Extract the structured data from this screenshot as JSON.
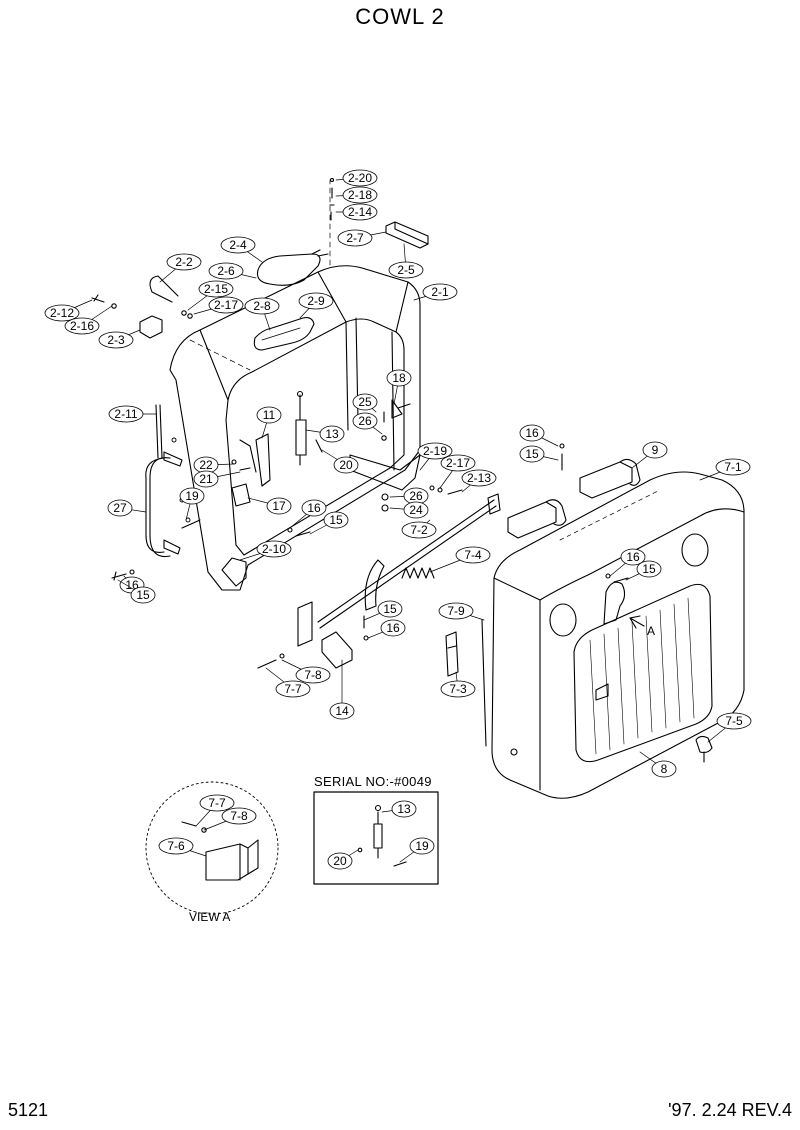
{
  "title": "COWL 2",
  "page_number": "5121",
  "revision": "'97. 2.24  REV.4",
  "inset": {
    "serial_label": "SERIAL NO:-#0049"
  },
  "view_a": {
    "label": "VIEW A"
  },
  "arrow_label": "A",
  "callouts": [
    {
      "label": "2-20"
    },
    {
      "label": "2-18"
    },
    {
      "label": "2-14"
    },
    {
      "label": "2-7"
    },
    {
      "label": "2-4"
    },
    {
      "label": "2-5"
    },
    {
      "label": "2-2"
    },
    {
      "label": "2-6"
    },
    {
      "label": "2-15"
    },
    {
      "label": "2-17"
    },
    {
      "label": "2-8"
    },
    {
      "label": "2-9"
    },
    {
      "label": "2-1"
    },
    {
      "label": "2-12"
    },
    {
      "label": "2-16"
    },
    {
      "label": "2-3"
    },
    {
      "label": "18"
    },
    {
      "label": "25"
    },
    {
      "label": "26"
    },
    {
      "label": "2-11"
    },
    {
      "label": "11"
    },
    {
      "label": "13"
    },
    {
      "label": "22"
    },
    {
      "label": "21"
    },
    {
      "label": "20"
    },
    {
      "label": "2-19"
    },
    {
      "label": "2-17"
    },
    {
      "label": "2-13"
    },
    {
      "label": "16"
    },
    {
      "label": "15"
    },
    {
      "label": "9"
    },
    {
      "label": "7-1"
    },
    {
      "label": "27"
    },
    {
      "label": "19"
    },
    {
      "label": "17"
    },
    {
      "label": "16"
    },
    {
      "label": "15"
    },
    {
      "label": "26"
    },
    {
      "label": "24"
    },
    {
      "label": "7-2"
    },
    {
      "label": "2-10"
    },
    {
      "label": "7-4"
    },
    {
      "label": "16"
    },
    {
      "label": "15"
    },
    {
      "label": "16"
    },
    {
      "label": "15"
    },
    {
      "label": "15"
    },
    {
      "label": "16"
    },
    {
      "label": "7-9"
    },
    {
      "label": "7-8"
    },
    {
      "label": "7-7"
    },
    {
      "label": "7-3"
    },
    {
      "label": "14"
    },
    {
      "label": "7-5"
    },
    {
      "label": "8"
    },
    {
      "label": "7-7"
    },
    {
      "label": "7-8"
    },
    {
      "label": "13"
    },
    {
      "label": "7-6"
    },
    {
      "label": "19"
    },
    {
      "label": "20"
    }
  ]
}
